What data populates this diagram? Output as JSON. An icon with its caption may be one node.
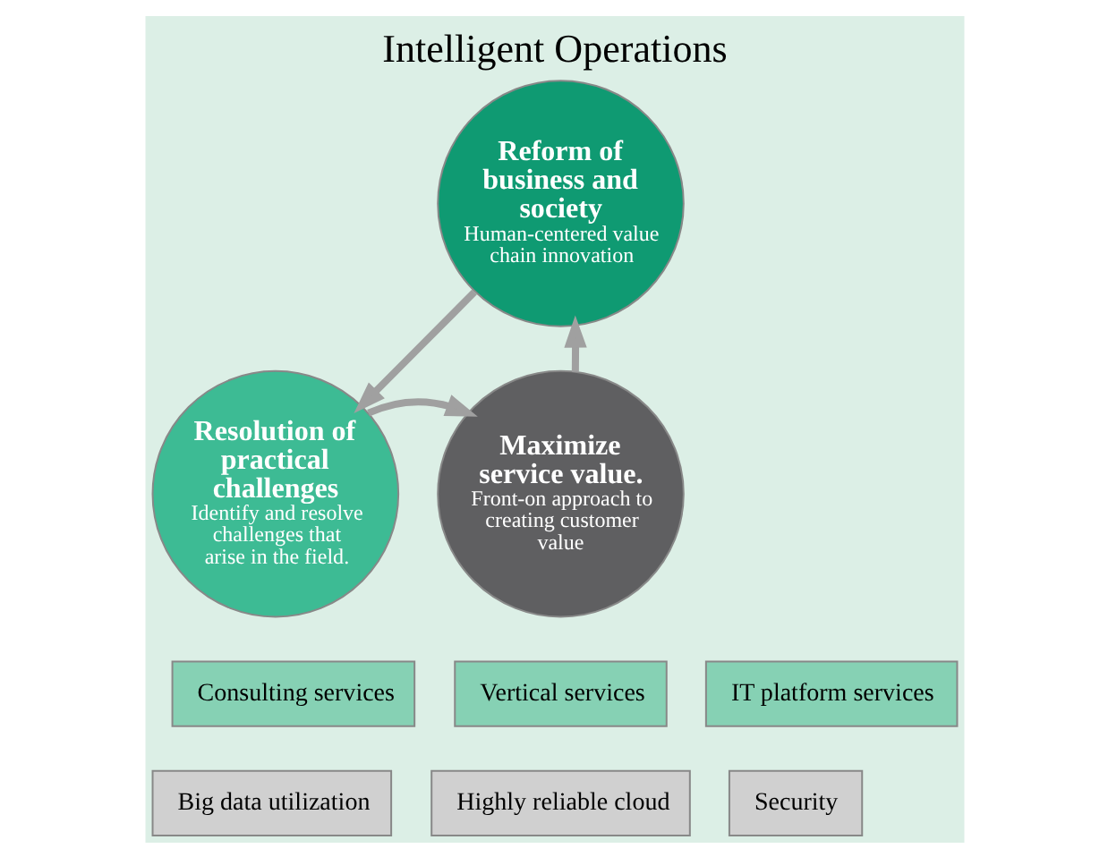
{
  "diagram": {
    "title": "Intelligent Operations",
    "nodes": [
      {
        "text": [
          "Reform of business and society",
          "Human-centered value chain innovation"
        ]
      },
      {
        "text": [
          "Resolution of practical challenges",
          "Identify and resolve challenges that arise in the field."
        ]
      },
      {
        "text": [
          "Maximize service value.",
          "Front-on approach to creating customer value"
        ]
      },
      {
        "text": [
          "Consulting services"
        ]
      },
      {
        "text": [
          "Vertical services"
        ]
      },
      {
        "text": [
          "IT platform services"
        ]
      },
      {
        "text": [
          "Big data utilization"
        ]
      },
      {
        "text": [
          "Highly reliable cloud"
        ]
      },
      {
        "text": [
          "Security"
        ]
      }
    ],
    "edges": [
      {
        "from": 0,
        "to": 1,
        "arrow": "to"
      },
      {
        "from": 1,
        "to": 2,
        "arrow": "to"
      },
      {
        "from": 2,
        "to": 0,
        "arrow": "to"
      }
    ]
  }
}
